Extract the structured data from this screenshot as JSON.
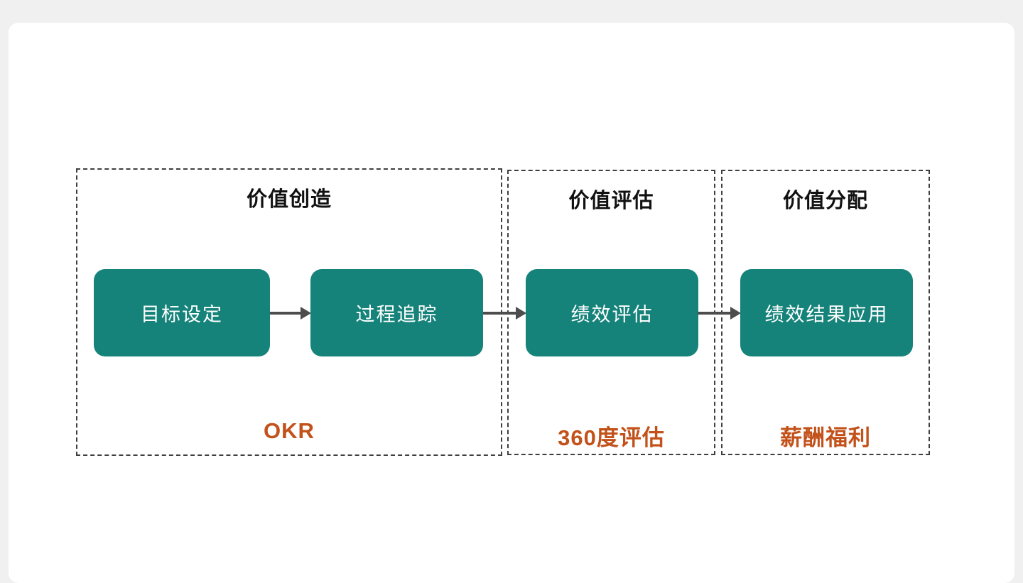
{
  "diagram": {
    "sections": [
      {
        "title": "价值创造",
        "label": "OKR",
        "nodes": [
          "目标设定",
          "过程追踪"
        ]
      },
      {
        "title": "价值评估",
        "label": "360度评估",
        "nodes": [
          "绩效评估"
        ]
      },
      {
        "title": "价值分配",
        "label": "薪酬福利",
        "nodes": [
          "绩效结果应用"
        ]
      }
    ],
    "colors": {
      "node_fill": "#16837a",
      "node_text": "#ffffff",
      "label_accent": "#c2511a",
      "dashed_border": "#3f3f3f",
      "arrow": "#4d4d4d",
      "card_background": "#ffffff",
      "page_background": "#f0f0f1"
    }
  }
}
